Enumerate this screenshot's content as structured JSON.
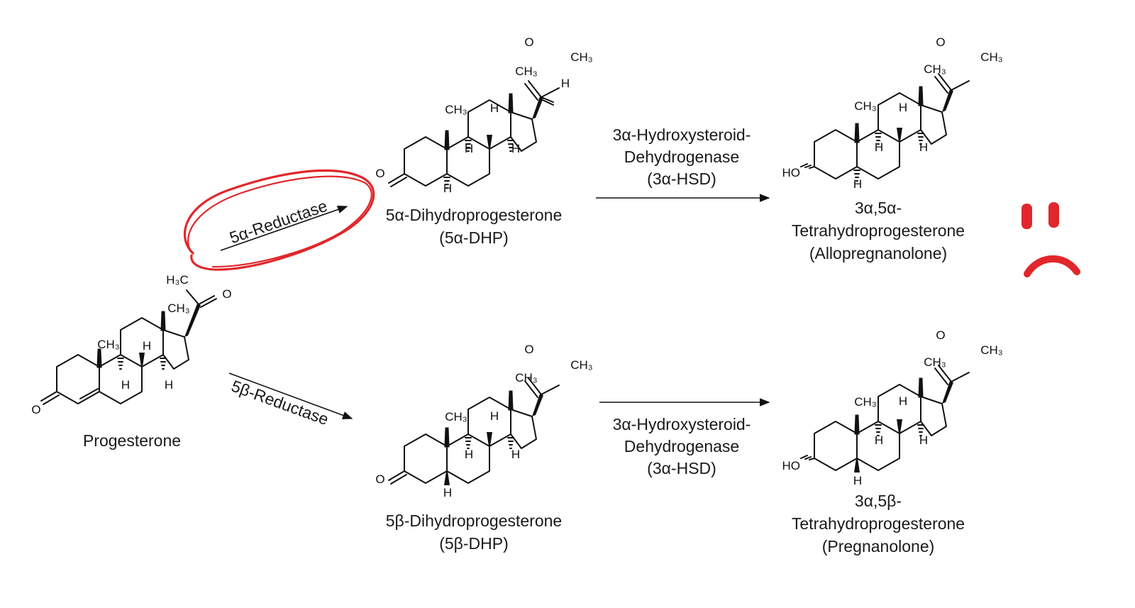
{
  "accent_color": "#e1272b",
  "compounds": {
    "progesterone": {
      "name": "Progesterone"
    },
    "dhp_alpha": {
      "name": "5α-Dihydroprogesterone",
      "abbrev": "(5α-DHP)"
    },
    "dhp_beta": {
      "name": "5β-Dihydroprogesterone",
      "abbrev": "(5β-DHP)"
    },
    "allo": {
      "line1": "3α,5α-",
      "line2": "Tetrahydroprogesterone",
      "line3": "(Allopregnanolone)"
    },
    "pregna": {
      "line1": "3α,5β-",
      "line2": "Tetrahydroprogesterone",
      "line3": "(Pregnanolone)"
    }
  },
  "enzymes": {
    "alpha_reductase": "5α-Reductase",
    "beta_reductase": "5β-Reductase",
    "hsd_top": {
      "line1": "3α-Hydroxysteroid-",
      "line2": "Dehydrogenase",
      "line3": "(3α-HSD)"
    },
    "hsd_bottom": {
      "line1": "3α-Hydroxysteroid-",
      "line2": "Dehydrogenase",
      "line3": "(3α-HSD)"
    }
  },
  "atoms": {
    "ch3": "CH₃",
    "h3c": "H₃C",
    "h": "H",
    "o": "O",
    "ho": "HO"
  },
  "annotations": {
    "circled_enzyme": "alpha_reductase",
    "sad_face_next_to": "allo"
  }
}
